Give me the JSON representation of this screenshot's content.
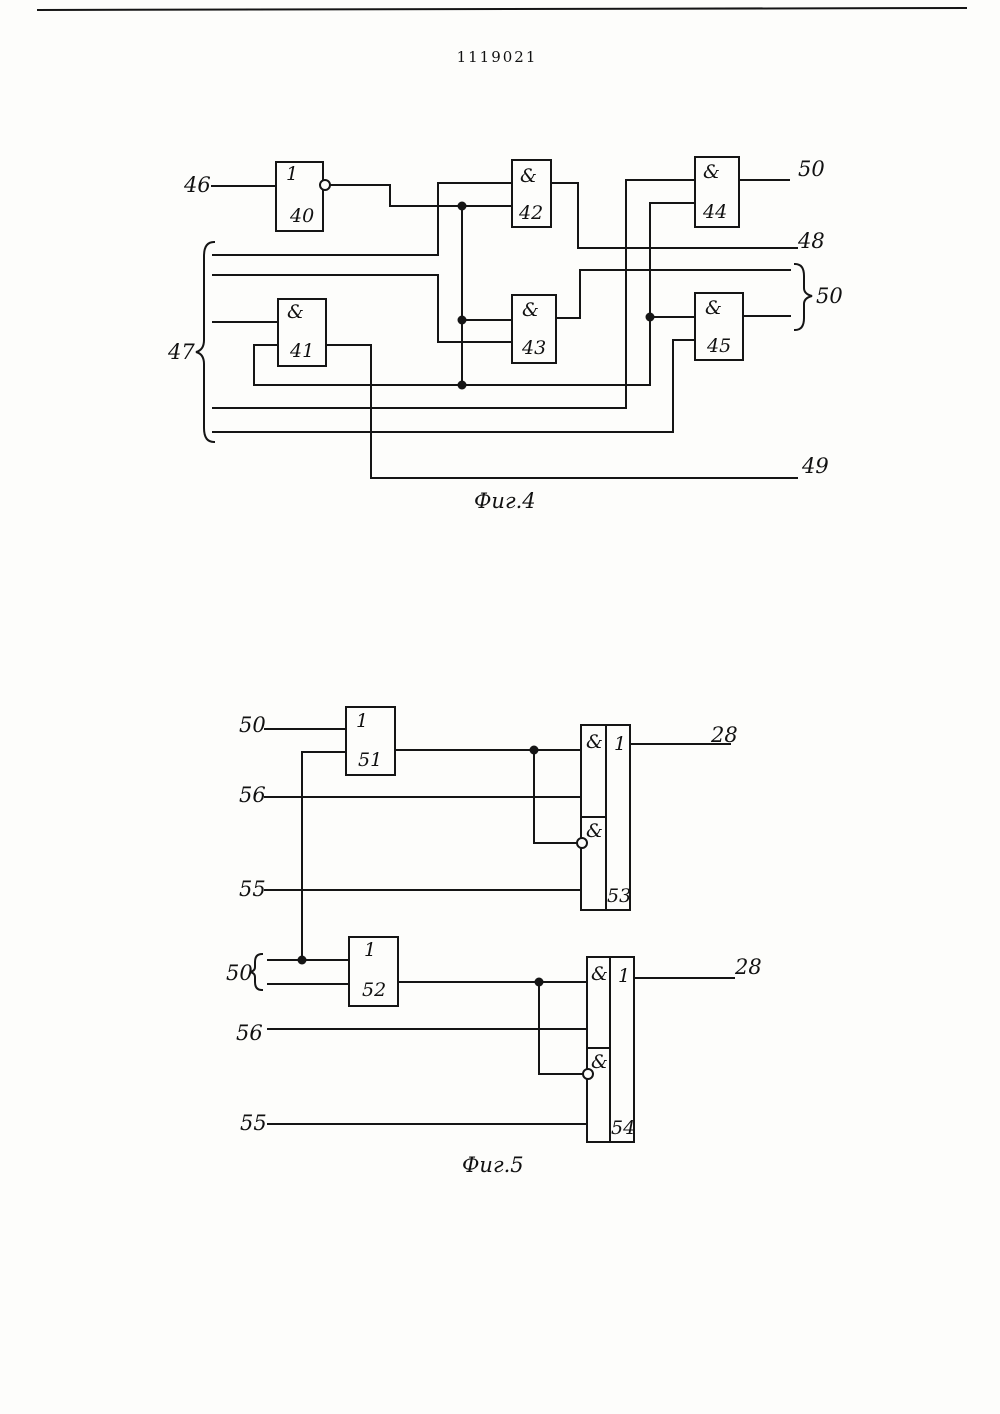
{
  "header": {
    "patent_number": "1119021"
  },
  "fig4": {
    "caption": "Фиг.4",
    "elements": {
      "e40": {
        "symbol": "1",
        "number": "40"
      },
      "e41": {
        "symbol": "&",
        "number": "41"
      },
      "e42": {
        "symbol": "&",
        "number": "42"
      },
      "e43": {
        "symbol": "&",
        "number": "43"
      },
      "e44": {
        "symbol": "&",
        "number": "44"
      },
      "e45": {
        "symbol": "&",
        "number": "45"
      }
    },
    "labels": {
      "in46": "46",
      "in47": "47",
      "out48": "48",
      "out49": "49",
      "out50a": "50",
      "out50b": "50"
    }
  },
  "fig5": {
    "caption": "Фиг.5",
    "elements": {
      "e51": {
        "symbol": "1",
        "number": "51"
      },
      "e52": {
        "symbol": "1",
        "number": "52"
      },
      "e53": {
        "and_top": "&",
        "and_bottom": "&",
        "or_symbol": "1",
        "number": "53"
      },
      "e54": {
        "and_top": "&",
        "and_bottom": "&",
        "or_symbol": "1",
        "number": "54"
      }
    },
    "labels": {
      "in50a": "50",
      "in56a": "56",
      "in55a": "55",
      "in50b": "50",
      "in56b": "56",
      "in55b": "55",
      "out28a": "28",
      "out28b": "28"
    }
  }
}
